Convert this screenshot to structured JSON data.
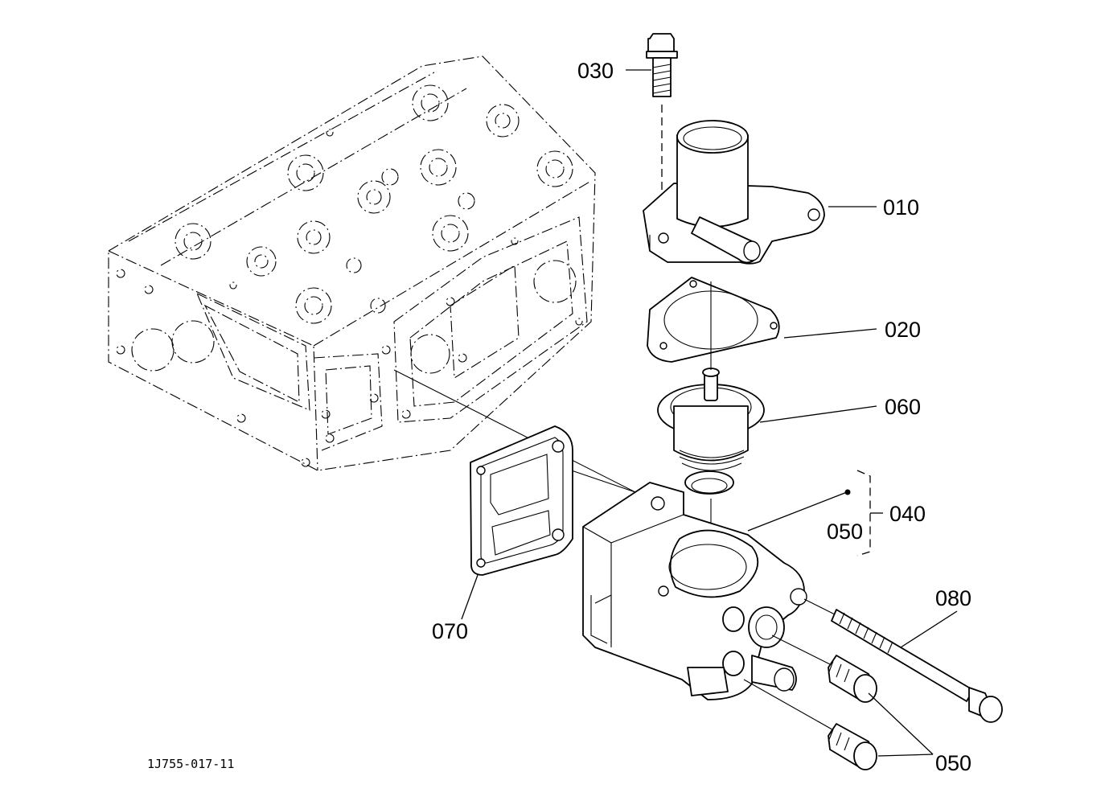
{
  "diagram": {
    "drawing_code": "1J755-017-11",
    "parts": [
      {
        "id": "010",
        "label": "010"
      },
      {
        "id": "020",
        "label": "020"
      },
      {
        "id": "030",
        "label": "030"
      },
      {
        "id": "040",
        "label": "040"
      },
      {
        "id": "050_group",
        "label": "050"
      },
      {
        "id": "050_plugs",
        "label": "050"
      },
      {
        "id": "060",
        "label": "060"
      },
      {
        "id": "070",
        "label": "070"
      },
      {
        "id": "080",
        "label": "080"
      }
    ]
  }
}
